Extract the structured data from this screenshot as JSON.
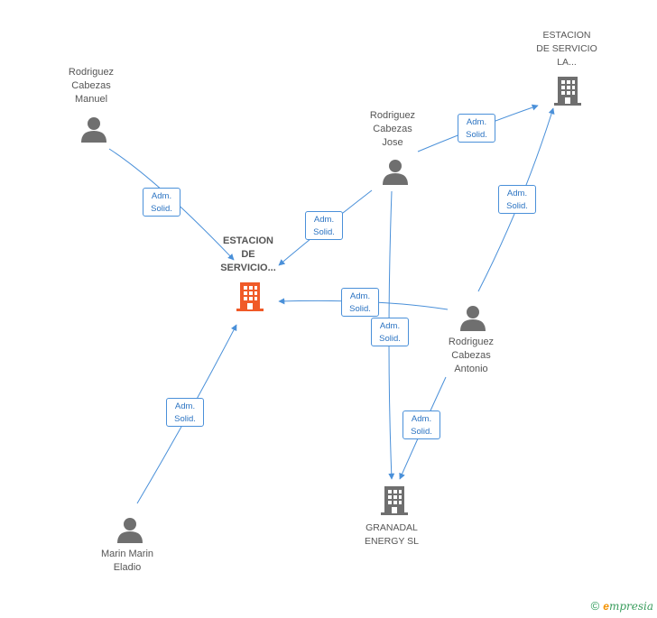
{
  "colors": {
    "edge": "#4a90d9",
    "person_icon": "#6f6f6f",
    "company_icon": "#6f6f6f",
    "focus_company_icon": "#f05a28"
  },
  "nodes": {
    "estacion_servicio_focus": {
      "label": "ESTACION\nDE\nSERVICIO...",
      "icon": "building-icon"
    },
    "estacion_servicio_la": {
      "label": "ESTACION\nDE SERVICIO\nLA...",
      "icon": "building-icon"
    },
    "granadal_energy": {
      "label": "GRANADAL\nENERGY  SL",
      "icon": "building-icon"
    },
    "rodriguez_cabezas_manuel": {
      "label": "Rodriguez\nCabezas\nManuel",
      "icon": "person-icon"
    },
    "rodriguez_cabezas_jose": {
      "label": "Rodriguez\nCabezas\nJose",
      "icon": "person-icon"
    },
    "rodriguez_cabezas_antonio": {
      "label": "Rodriguez\nCabezas\nAntonio",
      "icon": "person-icon"
    },
    "marin_marin_eladio": {
      "label": "Marin Marin\nEladio",
      "icon": "person-icon"
    }
  },
  "relations": [
    {
      "from": "rodriguez_cabezas_manuel",
      "to": "estacion_servicio_focus",
      "line1": "Adm.",
      "line2": "Solid."
    },
    {
      "from": "rodriguez_cabezas_jose",
      "to": "estacion_servicio_focus",
      "line1": "Adm.",
      "line2": "Solid."
    },
    {
      "from": "rodriguez_cabezas_jose",
      "to": "estacion_servicio_la",
      "line1": "Adm.",
      "line2": "Solid."
    },
    {
      "from": "rodriguez_cabezas_jose",
      "to": "granadal_energy",
      "line1": "Adm.",
      "line2": "Solid."
    },
    {
      "from": "rodriguez_cabezas_antonio",
      "to": "estacion_servicio_focus",
      "line1": "Adm.",
      "line2": "Solid."
    },
    {
      "from": "rodriguez_cabezas_antonio",
      "to": "estacion_servicio_la",
      "line1": "Adm.",
      "line2": "Solid."
    },
    {
      "from": "rodriguez_cabezas_antonio",
      "to": "granadal_energy",
      "line1": "Adm.",
      "line2": "Solid."
    },
    {
      "from": "marin_marin_eladio",
      "to": "estacion_servicio_focus",
      "line1": "Adm.",
      "line2": "Solid."
    }
  ],
  "footer": {
    "copyright": "©",
    "brand_initial": "e",
    "brand_rest": "mpresia"
  }
}
